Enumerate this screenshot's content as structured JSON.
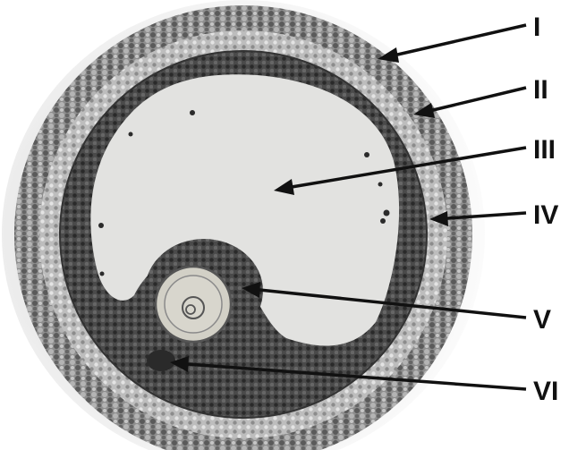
{
  "labels": {
    "l1": "I",
    "l2": "II",
    "l3": "III",
    "l4": "IV",
    "l5": "V",
    "l6": "VI"
  },
  "colors": {
    "outer_layer": "#8a8a8a",
    "dark_layer": "#3f3f3f",
    "antrum": "#e2e2e0",
    "cell_dark": "#2b2b2b",
    "cell_light": "#9a9a9a",
    "oocyte": "#d2d0c6",
    "arrow": "#111111"
  }
}
